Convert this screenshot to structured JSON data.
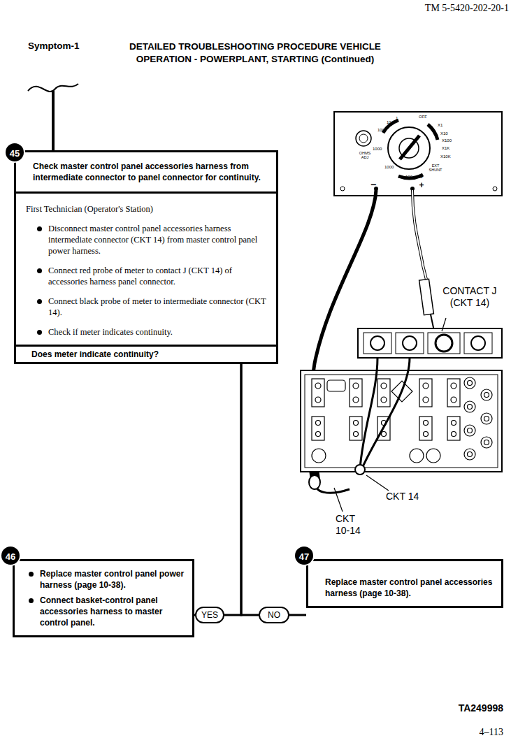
{
  "diagram": {
    "title": "DETAILED TROUBLESHOOTING PROCEDURE VEHICLE OPERATION - POWERPLANT, STARTING (Continued)",
    "nodes": [
      {
        "text": [
          "Check master control panel accessories harness from intermediate connector to panel connector for continuity."
        ]
      },
      {
        "text": [
          "First Technician (Operator's Station)",
          "Disconnect master control panel accessories harness intermediate connector (CKT 14) from master control panel power harness.",
          "Connect red probe of meter to contact J (CKT 14) of accessories harness panel connector.",
          "Connect black probe of meter to intermediate connector (CKT 14).",
          "Check if meter indicates continuity."
        ],
        "in": 0
      },
      {
        "text": [
          "Does meter indicate continuity?"
        ],
        "in": 0
      },
      {
        "text": [
          "Replace master control panel power harness (page 10-38).",
          "Connect basket-control panel accessories harness to master control panel."
        ]
      },
      {
        "text": [
          "YES"
        ]
      },
      {
        "text": [
          "NO"
        ]
      },
      {
        "text": [
          "Replace master control panel accessories harness (page 10-38)."
        ]
      }
    ],
    "edges": [
      {
        "from": 2,
        "to": 4,
        "arrow": "none"
      },
      {
        "from": 4,
        "to": 3,
        "arrow": "none"
      },
      {
        "from": 2,
        "to": 5,
        "arrow": "none"
      },
      {
        "from": 5,
        "to": 6,
        "arrow": "none"
      }
    ],
    "labels": [
      "TM 5-5420-202-20-1",
      "Symptom-1",
      "45",
      "OFF",
      "X1",
      "X10",
      "X100",
      "X1K",
      "X10K",
      "1",
      "10",
      "100",
      "1000",
      "OHMS ADJ",
      "1000",
      "100",
      "10",
      "EXT SHUNT",
      "−",
      "+",
      "CONTACT J (CKT 14)",
      "CKT 14",
      "CKT 10-14",
      "46",
      "47",
      "TA249998",
      "4–113"
    ]
  }
}
